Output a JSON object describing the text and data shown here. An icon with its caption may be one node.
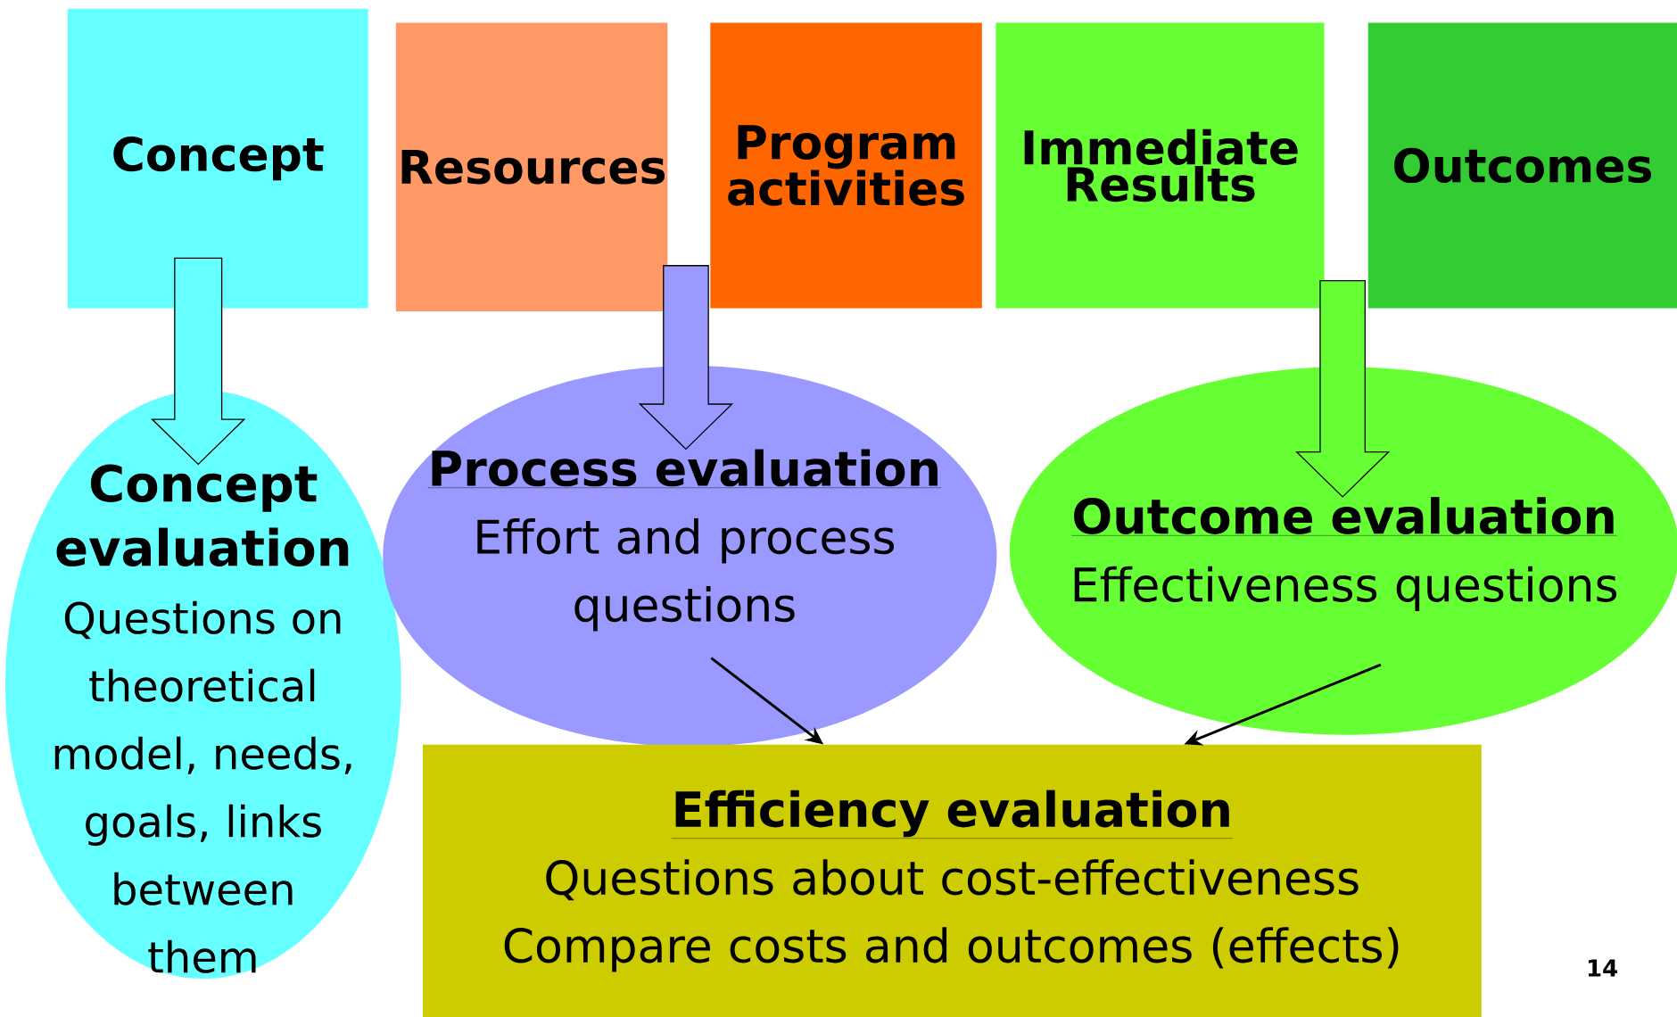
{
  "diagram": {
    "nodes": [
      {
        "text": [
          "Concept"
        ]
      },
      {
        "text": [
          "Resources"
        ]
      },
      {
        "text": [
          "Program activities"
        ]
      },
      {
        "text": [
          "Immediate Results"
        ]
      },
      {
        "text": [
          "Outcomes"
        ]
      },
      {
        "text": [
          "Concept evaluation",
          "Questions on theoretical model, needs, goals, links between them"
        ]
      },
      {
        "text": [
          "Process evaluation",
          "Effort and process questions"
        ]
      },
      {
        "text": [
          "Outcome evaluation",
          "Effectiveness questions"
        ]
      },
      {
        "text": [
          "Efficiency evaluation",
          "Questions about cost-effectiveness",
          "Compare costs and outcomes (effects)"
        ]
      }
    ],
    "edges": [
      {
        "from": 0,
        "to": 5,
        "arrow": "to",
        "style": "thick",
        "color": "#66ffff"
      },
      {
        "from": 1,
        "to": 6,
        "arrow": "to",
        "style": "thick",
        "color": "#9999ff"
      },
      {
        "from": 3,
        "to": 7,
        "arrow": "to",
        "style": "thick",
        "color": "#66ff33"
      },
      {
        "from": 6,
        "to": 8,
        "arrow": "to"
      },
      {
        "from": 7,
        "to": 8,
        "arrow": "to"
      }
    ],
    "labels": [
      "14"
    ]
  }
}
